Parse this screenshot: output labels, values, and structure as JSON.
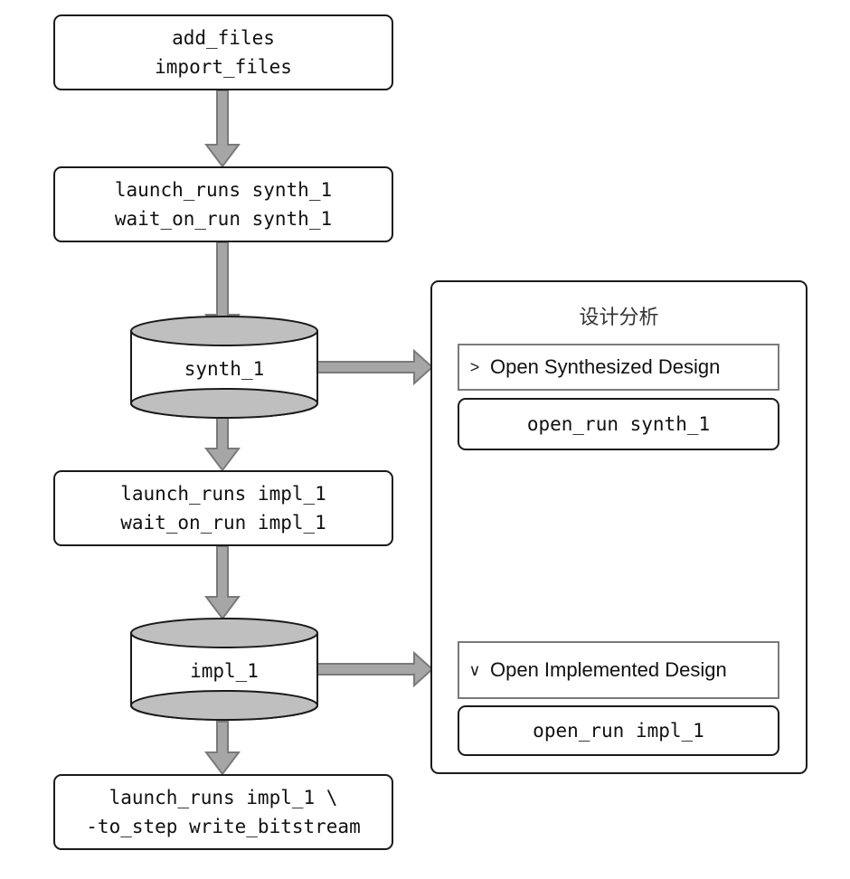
{
  "flow": {
    "step_add": {
      "line1": "add_files",
      "line2": "import_files"
    },
    "step_synth": {
      "line1": "launch_runs synth_1",
      "line2": "wait_on_run synth_1"
    },
    "db_synth": {
      "label": "synth_1"
    },
    "step_impl": {
      "line1": "launch_runs impl_1",
      "line2": "wait_on_run impl_1"
    },
    "db_impl": {
      "label": "impl_1"
    },
    "step_bitstream": {
      "line1": "launch_runs impl_1 \\",
      "line2": "-to_step write_bitstream"
    }
  },
  "panel": {
    "title": "设计分析",
    "synth_section": {
      "chevron": ">",
      "label": "Open Synthesized Design",
      "command": "open_run synth_1"
    },
    "impl_section": {
      "chevron": "∨",
      "label": "Open Implemented Design",
      "command": "open_run impl_1"
    }
  },
  "colors": {
    "arrow_fill": "#a6a6a6",
    "arrow_stroke": "#7a7a7a",
    "db_fill": "#bfbfbf",
    "border": "#1a1a1a"
  }
}
